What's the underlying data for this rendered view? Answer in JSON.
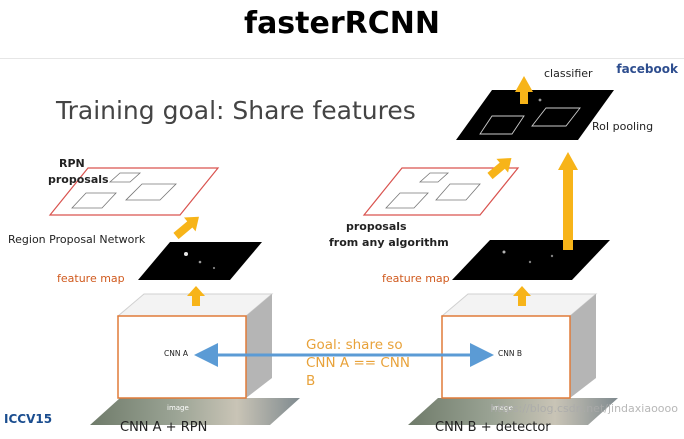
{
  "header": {
    "title": "fasterRCNN"
  },
  "slide": {
    "title": "Training goal: Share features",
    "brand": "facebook",
    "conference_logo": "ICCV15"
  },
  "left": {
    "rpn_proposals": [
      "RPN",
      "proposals"
    ],
    "rpn_label": "Region Proposal Network",
    "feature_map": "feature map",
    "cnn": "CNN A",
    "image": "image",
    "caption": "CNN A + RPN"
  },
  "right": {
    "classifier": "classifier",
    "roi": "RoI pooling",
    "proposals": [
      "proposals",
      "from any algorithm"
    ],
    "feature_map": "feature map",
    "cnn": "CNN B",
    "image": "image",
    "caption": "CNN B + detector"
  },
  "goal": {
    "line1": "Goal: share so",
    "line2": "CNN A == CNN B"
  },
  "watermark": "https://blog.csdn.net/jindaxiaoooo",
  "colors": {
    "arrow": "#f7b419",
    "share_arrow": "#5b9bd5",
    "box_edge": "#e07b39",
    "proposal_edge": "#d9534f",
    "map": "#000000"
  }
}
